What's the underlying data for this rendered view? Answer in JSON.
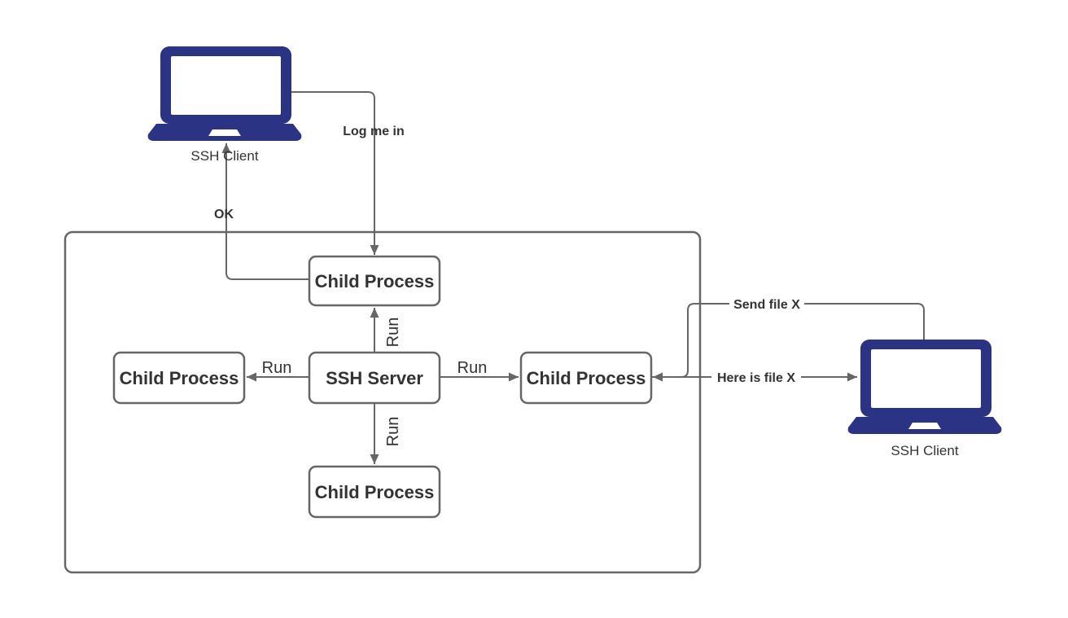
{
  "colors": {
    "navy": "#2b3384",
    "line": "#666666",
    "text": "#333333"
  },
  "nodes": {
    "client_top": {
      "label": "SSH Client"
    },
    "client_right": {
      "label": "SSH Client"
    },
    "child_top": {
      "label": "Child Process"
    },
    "child_left": {
      "label": "Child Process"
    },
    "child_right": {
      "label": "Child Process"
    },
    "child_bottom": {
      "label": "Child Process"
    },
    "ssh_server": {
      "label": "SSH Server"
    }
  },
  "edges": {
    "log_me_in": {
      "label": "Log me in"
    },
    "ok": {
      "label": "OK"
    },
    "run_top": {
      "label": "Run"
    },
    "run_bottom": {
      "label": "Run"
    },
    "run_left": {
      "label": "Run"
    },
    "run_right": {
      "label": "Run"
    },
    "send_file": {
      "label": "Send file X"
    },
    "here_is_file": {
      "label": "Here is file X"
    }
  }
}
